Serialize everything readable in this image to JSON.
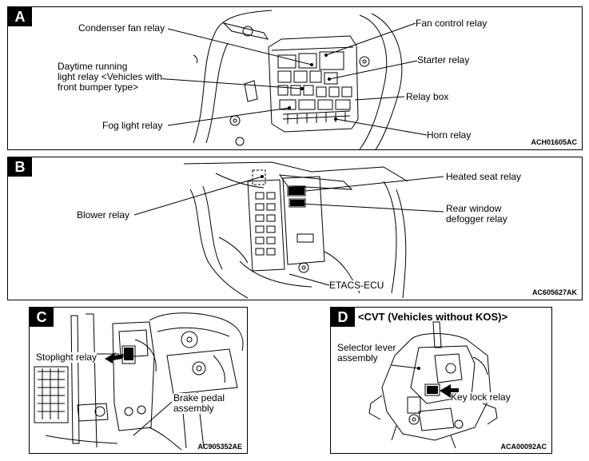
{
  "panels": {
    "a": {
      "tag": "A",
      "labels": {
        "condenser_fan_relay": "Condenser fan relay",
        "fan_control_relay": "Fan control relay",
        "drl_line1": "Daytime running",
        "drl_line2": "light relay <Vehicles with",
        "drl_line3": "front bumper type>",
        "starter_relay": "Starter relay",
        "relay_box": "Relay box",
        "fog_light_relay": "Fog light relay",
        "horn_relay": "Horn relay"
      },
      "code": "ACH01605AC"
    },
    "b": {
      "tag": "B",
      "labels": {
        "heated_seat_relay": "Heated seat relay",
        "blower_relay": "Blower relay",
        "rear_window_line1": "Rear window",
        "rear_window_line2": "defogger relay",
        "etacs_ecu": "ETACS-ECU"
      },
      "code": "AC605627AK"
    },
    "c": {
      "tag": "C",
      "labels": {
        "stoplight_relay": "Stoplight relay",
        "brake_pedal_line1": "Brake pedal",
        "brake_pedal_line2": "assembly"
      },
      "code": "AC905352AE"
    },
    "d": {
      "tag": "D",
      "title": "<CVT (Vehicles without KOS)>",
      "labels": {
        "selector_line1": "Selector lever",
        "selector_line2": "assembly",
        "key_lock_relay": "Key lock relay"
      },
      "code": "ACA00092AC"
    }
  }
}
